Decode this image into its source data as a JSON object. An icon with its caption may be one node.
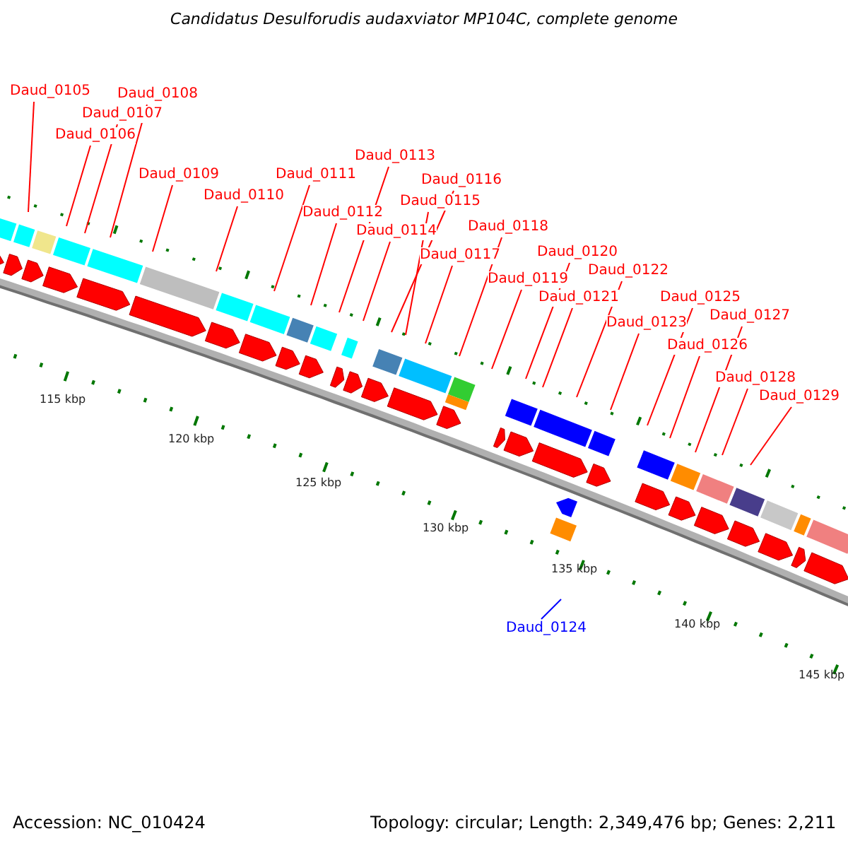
{
  "diagram": {
    "title": "Candidatus Desulforudis audaxviator MP104C, complete genome",
    "nodes": [
      {
        "text": [
          "Daud_0105"
        ]
      },
      {
        "text": [
          "Daud_0106"
        ]
      },
      {
        "text": [
          "Daud_0107"
        ]
      },
      {
        "text": [
          "Daud_0108"
        ]
      },
      {
        "text": [
          "Daud_0109"
        ]
      },
      {
        "text": [
          "Daud_0110"
        ]
      },
      {
        "text": [
          "Daud_0111"
        ]
      },
      {
        "text": [
          "Daud_0112"
        ]
      },
      {
        "text": [
          "Daud_0113"
        ]
      },
      {
        "text": [
          "Daud_0114"
        ]
      },
      {
        "text": [
          "Daud_0115"
        ]
      },
      {
        "text": [
          "Daud_0116"
        ]
      },
      {
        "text": [
          "Daud_0117"
        ]
      },
      {
        "text": [
          "Daud_0118"
        ]
      },
      {
        "text": [
          "Daud_0119"
        ]
      },
      {
        "text": [
          "Daud_0120"
        ]
      },
      {
        "text": [
          "Daud_0121"
        ]
      },
      {
        "text": [
          "Daud_0122"
        ]
      },
      {
        "text": [
          "Daud_0123"
        ]
      },
      {
        "text": [
          "Daud_0124"
        ]
      },
      {
        "text": [
          "Daud_0125"
        ]
      },
      {
        "text": [
          "Daud_0126"
        ]
      },
      {
        "text": [
          "Daud_0127"
        ]
      },
      {
        "text": [
          "Daud_0128"
        ]
      },
      {
        "text": [
          "Daud_0129"
        ]
      }
    ],
    "edges": [
      {
        "from": 0,
        "to": null,
        "arrow": "none"
      },
      {
        "from": 1,
        "to": null,
        "arrow": "none"
      },
      {
        "from": 2,
        "to": null,
        "arrow": "none"
      },
      {
        "from": 3,
        "to": null,
        "arrow": "none"
      },
      {
        "from": 4,
        "to": null,
        "arrow": "none"
      },
      {
        "from": 5,
        "to": null,
        "arrow": "none"
      },
      {
        "from": 6,
        "to": null,
        "arrow": "none"
      },
      {
        "from": 7,
        "to": null,
        "arrow": "none"
      },
      {
        "from": 8,
        "to": null,
        "arrow": "none"
      },
      {
        "from": 9,
        "to": null,
        "arrow": "none"
      },
      {
        "from": 10,
        "to": null,
        "arrow": "none"
      },
      {
        "from": 11,
        "to": null,
        "arrow": "none"
      },
      {
        "from": 12,
        "to": null,
        "arrow": "none"
      },
      {
        "from": 13,
        "to": null,
        "arrow": "none"
      },
      {
        "from": 14,
        "to": null,
        "arrow": "none"
      },
      {
        "from": 15,
        "to": null,
        "arrow": "none"
      },
      {
        "from": 16,
        "to": null,
        "arrow": "none"
      },
      {
        "from": 17,
        "to": null,
        "arrow": "none"
      },
      {
        "from": 18,
        "to": null,
        "arrow": "none"
      },
      {
        "from": 19,
        "to": null,
        "arrow": "none",
        "color": "#0000ff"
      },
      {
        "from": 20,
        "to": null,
        "arrow": "none"
      },
      {
        "from": 21,
        "to": null,
        "arrow": "none"
      },
      {
        "from": 22,
        "to": null,
        "arrow": "none"
      },
      {
        "from": 23,
        "to": null,
        "arrow": "none"
      },
      {
        "from": 24,
        "to": null,
        "arrow": "none"
      }
    ],
    "labels": [
      "115 kbp",
      "120 kbp",
      "125 kbp",
      "130 kbp",
      "135 kbp",
      "140 kbp",
      "145 kbp",
      "Accession: NC_010424",
      "Topology: circular; Length: 2,349,476 bp; Genes: 2,211"
    ]
  }
}
